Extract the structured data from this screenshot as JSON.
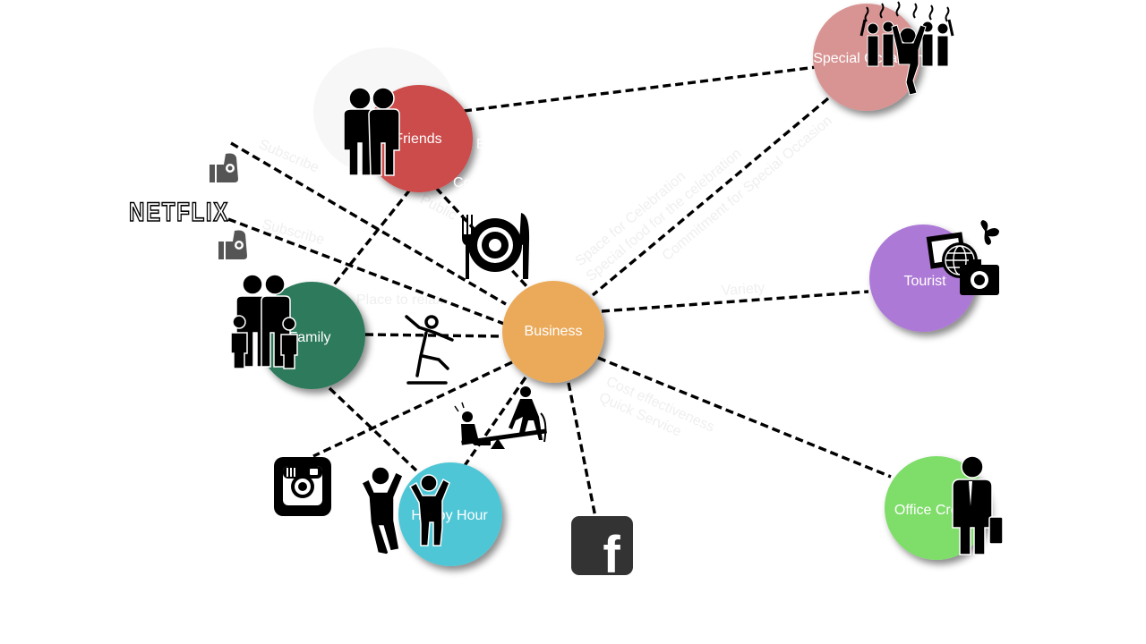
{
  "nodes": {
    "business": {
      "label": "Business",
      "color": "#ebaa5a"
    },
    "friends": {
      "label": "Friends",
      "color": "#cc4b4b"
    },
    "family": {
      "label": "Family",
      "color": "#2e7a5c"
    },
    "happy_hour": {
      "label": "Happy Hour",
      "color": "#4fc6d6"
    },
    "special_occasion": {
      "label": "Special Occasion",
      "color": "#d89493"
    },
    "tourist": {
      "label": "Tourist",
      "color": "#ad79d6"
    },
    "office_crowd": {
      "label": "Office Crowd",
      "color": "#7fdd6b"
    }
  },
  "brands": {
    "netflix": "NETFLIX",
    "facebook": "f"
  },
  "edge_labels": {
    "subscribe_1": "Subscribe",
    "subscribe_2": "Subscribe",
    "public": "Public",
    "place_to_relax": "Place to relax",
    "space_for_celebration": "Space for Celebration",
    "special_food": "Special food for the celebration",
    "commitment": "Commitment for Special Occasion",
    "variety": "Variety",
    "cost_effectiveness": "Cost effectiveness",
    "quick_service": "Quick Service"
  },
  "friends_side_text": [
    "E",
    "i",
    "Co"
  ],
  "icons": {
    "friends": "two-people-icon",
    "family": "family-icon",
    "happy_hour": "cheering-people-icon",
    "special_occasion": "crowd-celebration-icon",
    "tourist": "travel-camera-globe-icon",
    "office_crowd": "businessman-icon",
    "restaurant": "plate-fork-knife-icon",
    "playground": "seesaw-kids-icon",
    "skater": "skater-icon",
    "instagram": "instagram-icon",
    "facebook": "facebook-icon",
    "thumbs_up": "thumbs-up-icon"
  }
}
